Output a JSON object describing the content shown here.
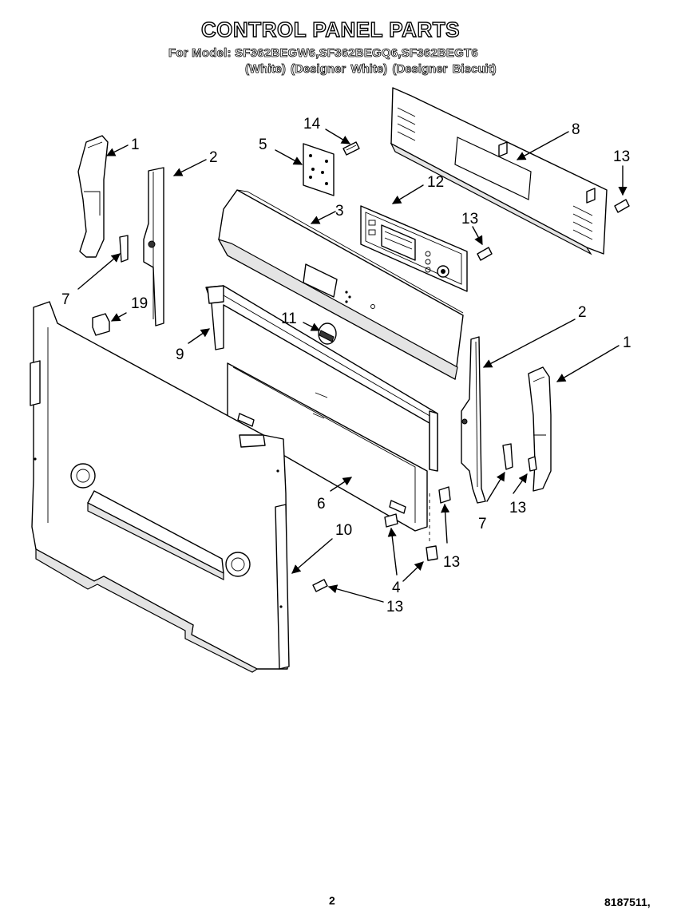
{
  "header": {
    "title": "CONTROL PANEL PARTS",
    "model_line": "For Model: SF362BEGW6,SF362BEGQ6,SF362BEGT6",
    "color_line": "(White)   (Designer White)  (Designer Biscuit)"
  },
  "footer": {
    "page_number": "2",
    "document_number": "8187511,"
  },
  "callouts": {
    "c1_left": "1",
    "c2_left": "2",
    "c3": "3",
    "c5": "5",
    "c14": "14",
    "c12": "12",
    "c13_screw_a": "13",
    "c8": "8",
    "c13_top_right": "13",
    "c7_left": "7",
    "c19": "19",
    "c9": "9",
    "c11": "11",
    "c2_right": "2",
    "c1_right": "1",
    "c6": "6",
    "c7_right": "7",
    "c13_right": "13",
    "c13_center": "13",
    "c4": "4",
    "c10": "10",
    "c13_bottom": "13"
  }
}
